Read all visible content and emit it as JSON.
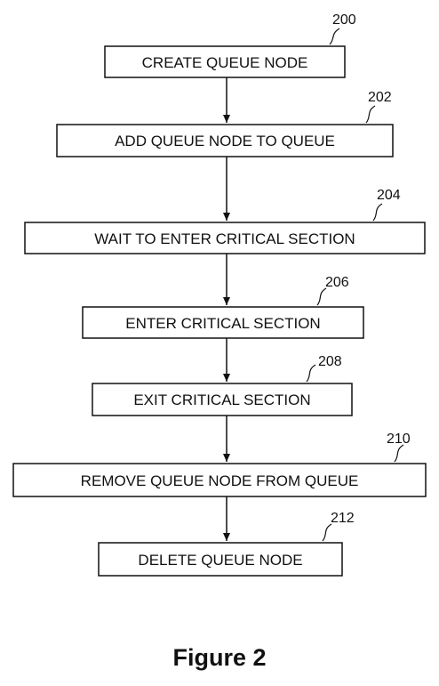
{
  "steps": [
    {
      "ref": "200",
      "label": "CREATE QUEUE NODE"
    },
    {
      "ref": "202",
      "label": "ADD QUEUE NODE TO QUEUE"
    },
    {
      "ref": "204",
      "label": "WAIT TO ENTER CRITICAL SECTION"
    },
    {
      "ref": "206",
      "label": "ENTER CRITICAL SECTION"
    },
    {
      "ref": "208",
      "label": "EXIT CRITICAL SECTION"
    },
    {
      "ref": "210",
      "label": "REMOVE QUEUE NODE FROM QUEUE"
    },
    {
      "ref": "212",
      "label": "DELETE QUEUE NODE"
    }
  ],
  "caption": "Figure 2",
  "colors": {
    "ink": "#111111",
    "background": "#ffffff"
  }
}
